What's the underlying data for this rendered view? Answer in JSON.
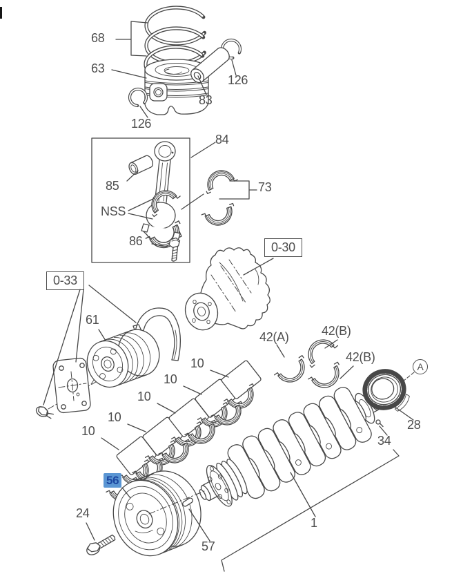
{
  "colors": {
    "line": "#474747",
    "label_text": "#4d4d4d",
    "highlight_bg": "#5b96d3",
    "highlight_text": "#1c47a0",
    "background": "#ffffff"
  },
  "labels": {
    "piston_rings": "68",
    "piston": "63",
    "snap_ring": "126",
    "piston_pin": "83",
    "connecting_rod": "84",
    "rod_bushing": "85",
    "nss": "NSS",
    "rod_bearing": "73",
    "rod_bolt": "86",
    "ref_flywheel": "0-30",
    "ref_front_cover": "0-33",
    "idler_pulley": "61",
    "main_bearing": "10",
    "thrust_washer_a": "42(A)",
    "thrust_washer_b": "42(B)",
    "view_a": "A",
    "crank_gear": "28",
    "dowel_pin": "34",
    "crankshaft": "1",
    "crank_pulley": "56",
    "pulley_bolt": "24",
    "woodruff_key": "57"
  }
}
